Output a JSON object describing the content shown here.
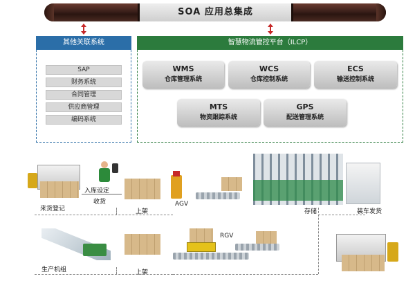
{
  "soa": {
    "title": "SOA    应用总集成"
  },
  "other_systems": {
    "header": "其他关联系统",
    "items": [
      "SAP",
      "财务系统",
      "合同管理",
      "供应商管理",
      "编码系统"
    ]
  },
  "ilcp": {
    "header": "智慧物流管控平台（ILCP）",
    "modules": [
      {
        "code": "WMS",
        "name": "仓库管理系统"
      },
      {
        "code": "WCS",
        "name": "仓库控制系统"
      },
      {
        "code": "ECS",
        "name": "输送控制系统"
      },
      {
        "code": "MTS",
        "name": "物资跟踪系统"
      },
      {
        "code": "GPS",
        "name": "配送管理系统"
      }
    ]
  },
  "flow": {
    "receiving_registration": "来货登记",
    "inbound_setting": "入库设定",
    "receiving": "收货",
    "shelving_1": "上架",
    "agv": "AGV",
    "storage": "存储",
    "loading_shipping": "装车发货",
    "production_unit": "生产机组",
    "rgv": "RGV",
    "shelving_2": "上架"
  },
  "colors": {
    "other_header": "#2b6ea8",
    "ilcp_header": "#2c7b3d",
    "arrow": "#c62828",
    "soa_bar": "#3a1f1a"
  }
}
